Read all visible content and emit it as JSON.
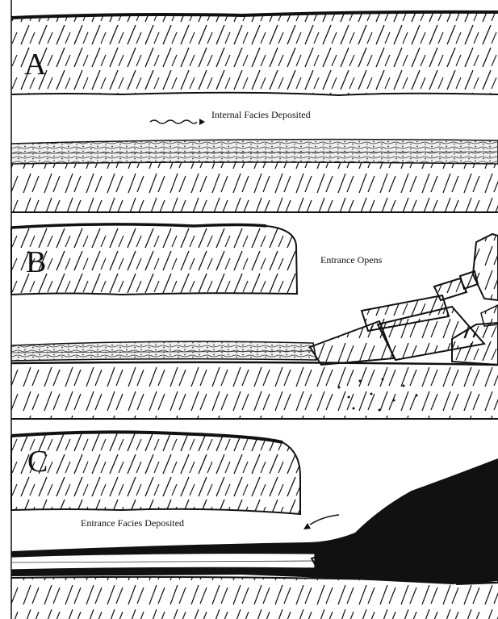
{
  "panels": [
    {
      "letter": "A",
      "caption": "Internal Facies Deposited"
    },
    {
      "letter": "B",
      "caption": "Entrance Opens"
    },
    {
      "letter": "C",
      "caption": "Entrance Facies Deposited"
    }
  ],
  "colors": {
    "ink": "#111111",
    "paper": "#ffffff",
    "sediment": "#e9e9e9"
  },
  "icons": [
    "wavy-arrow-right-icon",
    "curved-arrow-left-icon"
  ]
}
